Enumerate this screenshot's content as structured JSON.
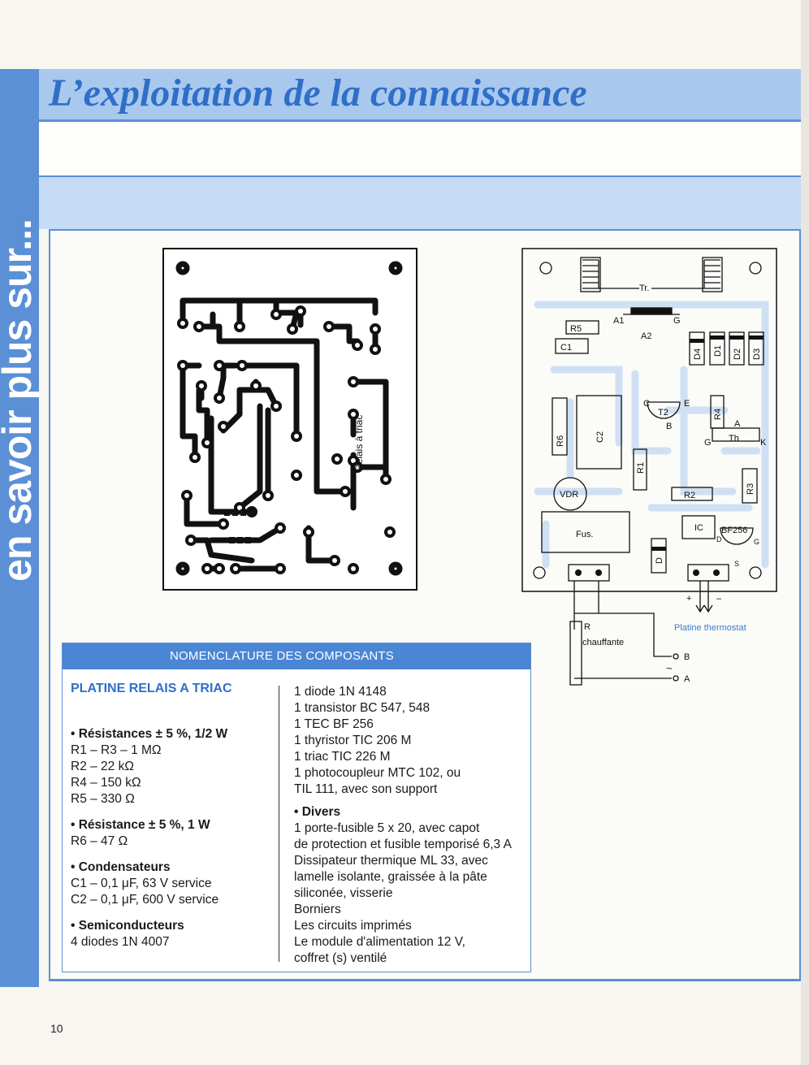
{
  "side_banner": "en savoir plus sur...",
  "title": "L’exploitation de la connaissance",
  "pcb_label": "Relais à triac",
  "circuit": {
    "labels": {
      "tr": "Tr.",
      "a1": "A1",
      "a2": "A2",
      "g": "G",
      "r5": "R5",
      "c1": "C1",
      "r6": "R6",
      "c2": "C2",
      "r1": "R1",
      "t2": "T2",
      "c": "C",
      "e": "E",
      "b": "B",
      "r4": "R4",
      "d4": "D4",
      "d1": "D1",
      "d2": "D2",
      "d3": "D3",
      "th": "Th",
      "a": "A",
      "k": "K",
      "g2": "G",
      "r3": "R3",
      "r2": "R2",
      "vdr": "VDR",
      "ic": "IC",
      "bf256": "BF256",
      "d": "D",
      "s": "S",
      "g3": "G",
      "fus": "Fus.",
      "d5": "D",
      "plus": "+",
      "minus": "–",
      "r_load": "R",
      "chauffante": "chauffante",
      "platine": "Platine thermostat",
      "b_term": "B",
      "a_term": "A",
      "tilde": "~"
    }
  },
  "parts": {
    "header_1": "NOMENCLATURE",
    "header_2": "DES COMPOSANTS",
    "subtitle": "PLATINE RELAIS A TRIAC",
    "left": [
      {
        "title": "• Résistances ± 5 %, 1/2 W",
        "lines": [
          "R1 – R3 – 1 MΩ",
          "R2 – 22 kΩ",
          "R4 – 150 kΩ",
          "R5 – 330 Ω"
        ]
      },
      {
        "title": "• Résistance ± 5 %, 1 W",
        "lines": [
          "R6 – 47 Ω"
        ]
      },
      {
        "title": "• Condensateurs",
        "lines": [
          "C1 – 0,1 μF, 63 V service",
          "C2 – 0,1 μF, 600 V service"
        ]
      },
      {
        "title": "• Semiconducteurs",
        "lines": [
          "4 diodes 1N 4007"
        ]
      }
    ],
    "right_lines": [
      "1 diode 1N 4148",
      "1 transistor BC 547, 548",
      "1 TEC BF 256",
      "1 thyristor TIC 206 M",
      "1 triac TIC 226 M",
      "1 photocoupleur MTC 102, ou",
      "TIL 111, avec son support"
    ],
    "divers_title": "• Divers",
    "divers_lines": [
      "1 porte-fusible 5 x 20, avec capot",
      "de protection et fusible temporisé 6,3 A",
      "Dissipateur thermique ML 33, avec",
      "lamelle isolante, graissée à la pâte",
      "siliconée, visserie",
      "Borniers",
      "Les circuits imprimés",
      "Le module d'alimentation 12 V,",
      "coffret (s) ventilé"
    ]
  },
  "page_number": "10"
}
